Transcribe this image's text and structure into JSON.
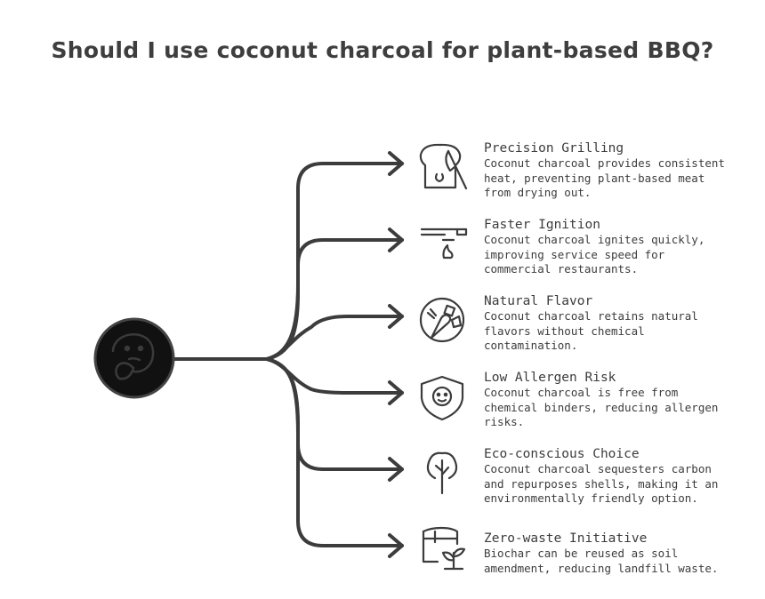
{
  "title": "Should I use coconut charcoal for plant-based BBQ?",
  "center": {
    "icon": "thinking-face-icon"
  },
  "items": [
    {
      "icon": "toast-knife-icon",
      "title": "Precision Grilling",
      "desc": "Coconut charcoal provides consistent\nheat, preventing plant-based meat\nfrom drying out."
    },
    {
      "icon": "gas-burner-icon",
      "title": "Faster Ignition",
      "desc": "Coconut charcoal ignites quickly,\nimproving service speed for\ncommercial restaurants."
    },
    {
      "icon": "vegetables-icon",
      "title": "Natural Flavor",
      "desc": "Coconut charcoal retains natural\nflavors without chemical\ncontamination."
    },
    {
      "icon": "shield-face-icon",
      "title": "Low Allergen Risk",
      "desc": "Coconut charcoal is free from\nchemical binders, reducing allergen\nrisks."
    },
    {
      "icon": "tree-icon",
      "title": "Eco-conscious Choice",
      "desc": "Coconut charcoal sequesters carbon\nand repurposes shells, making it an\nenvironmentally friendly option."
    },
    {
      "icon": "box-sprout-icon",
      "title": "Zero-waste Initiative",
      "desc": "Biochar can be reused as soil\namendment, reducing landfill waste."
    }
  ]
}
